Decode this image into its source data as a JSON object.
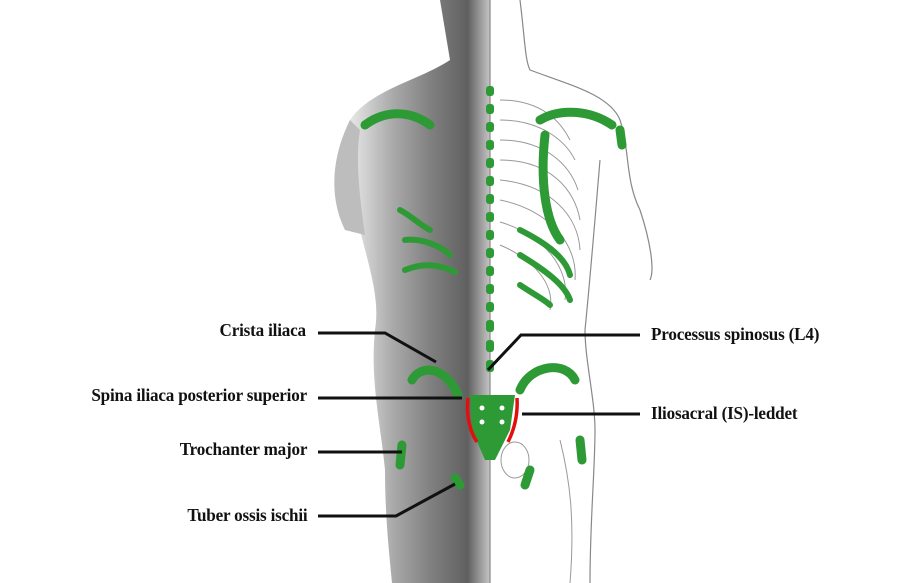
{
  "title": "Anatomical landmarks of the back and pelvis",
  "labels_left": [
    {
      "id": "crista-iliaca",
      "text": "Crista iliaca"
    },
    {
      "id": "spina-iliaca-posterior-superior",
      "text": "Spina iliaca posterior superior"
    },
    {
      "id": "trochanter-major",
      "text": "Trochanter major"
    },
    {
      "id": "tuber-ossis-ischii",
      "text": "Tuber ossis ischii"
    }
  ],
  "labels_right": [
    {
      "id": "processus-spinosus",
      "text": "Processus spinosus (L4)"
    },
    {
      "id": "iliosacral-leddet",
      "text": "Iliosacral (IS)-leddet"
    }
  ],
  "colors": {
    "bone_highlight": "#2e9a35",
    "joint_highlight": "#e01010",
    "leader": "#111111"
  }
}
